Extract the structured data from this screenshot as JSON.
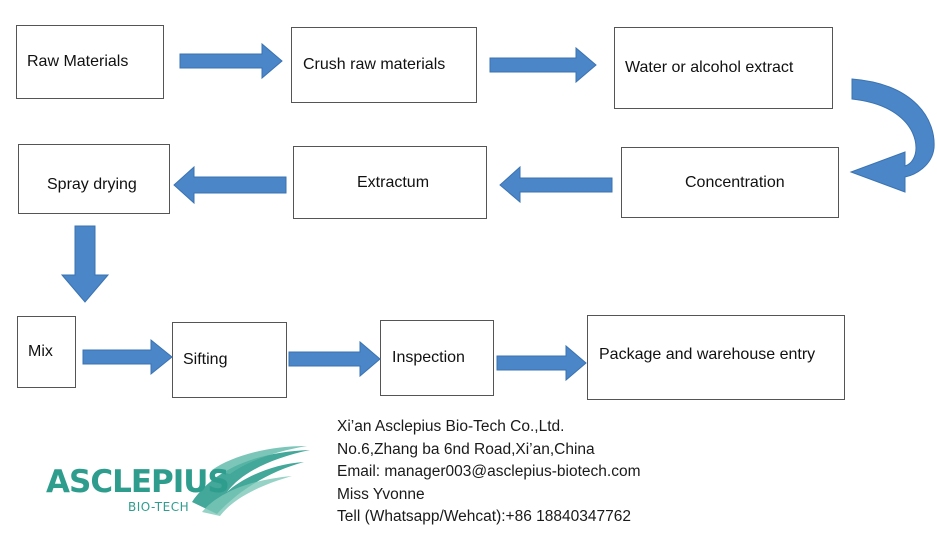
{
  "steps": {
    "raw_materials": "Raw Materials",
    "crush": "Crush raw materials",
    "extract": "Water or alcohol extract",
    "concentration": "Concentration",
    "extractum": "Extractum",
    "spray_drying": "Spray drying",
    "mix": "Mix",
    "sifting": "Sifting",
    "inspection": "Inspection",
    "package": "Package and warehouse entry"
  },
  "company": {
    "name": "Xi’an Asclepius Bio-Tech Co.,Ltd.",
    "address": "No.6,Zhang ba 6nd Road,Xi’an,China",
    "email": "Email: manager003@asclepius-biotech.com",
    "contact": "Miss Yvonne",
    "phone": "Tell (Whatsapp/Wehcat):+86 18840347762"
  },
  "logo": {
    "main": "ASCLEPIUS",
    "sub": "BIO-TECH"
  },
  "colors": {
    "arrow": "#4a86c8",
    "logo": "#2f9d8e",
    "box_border": "#555555"
  }
}
